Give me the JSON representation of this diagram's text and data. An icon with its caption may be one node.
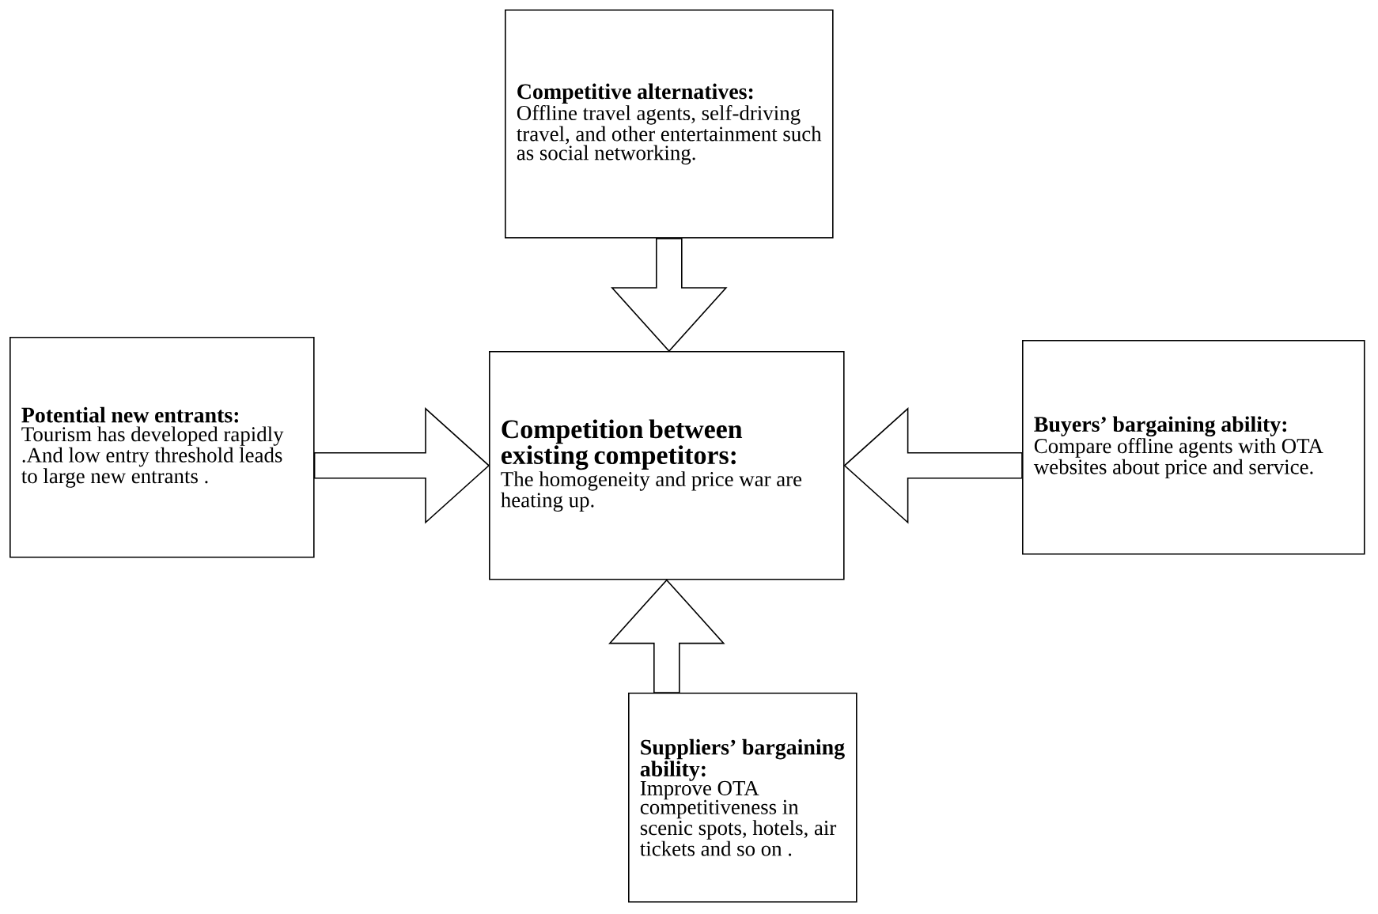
{
  "diagram": {
    "nodes": [
      {
        "text": [
          "Competitive alternatives:",
          "Offline travel agents, self-driving travel, and other entertainment such as social networking."
        ]
      },
      {
        "text": [
          "Potential new entrants:",
          "Tourism has developed rapidly .And low entry threshold leads to large new entrants ."
        ]
      },
      {
        "text": [
          "Competition between existing competitors:",
          "The homogeneity and price war are heating up."
        ]
      },
      {
        "text": [
          "Buyers’ bargaining ability:",
          "Compare  offline agents with OTA websites about price and service."
        ]
      },
      {
        "text": [
          "Suppliers’ bargaining ability:",
          "Improve OTA competitiveness in scenic spots, hotels, air tickets and so on ."
        ]
      }
    ],
    "edges": [
      {
        "from": 0,
        "to": 2,
        "arrow": "to"
      },
      {
        "from": 1,
        "to": 2,
        "arrow": "to"
      },
      {
        "from": 3,
        "to": 2,
        "arrow": "to"
      },
      {
        "from": 4,
        "to": 2,
        "arrow": "to"
      }
    ]
  }
}
